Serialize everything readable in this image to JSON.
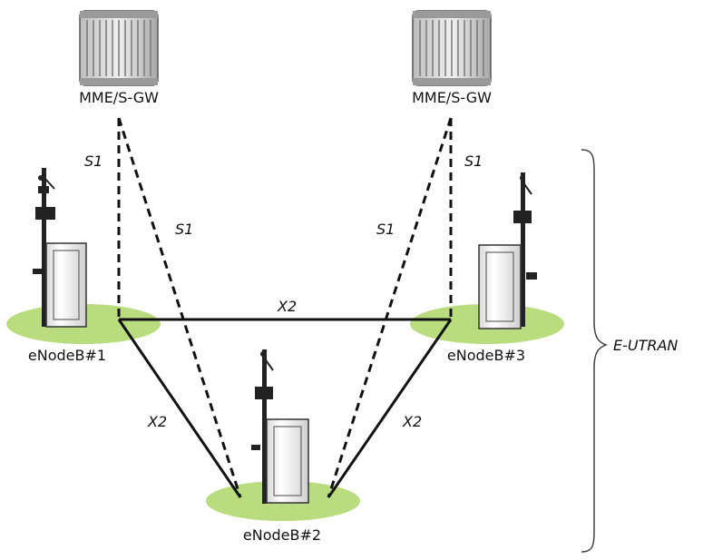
{
  "gateways": [
    {
      "id": "gw1",
      "label": "MME/S-GW"
    },
    {
      "id": "gw2",
      "label": "MME/S-GW"
    }
  ],
  "enodebs": [
    {
      "id": "enb1",
      "label": "eNodeB#1"
    },
    {
      "id": "enb2",
      "label": "eNodeB#2"
    },
    {
      "id": "enb3",
      "label": "eNodeB#3"
    }
  ],
  "interfaces": {
    "s1": "S1",
    "x2": "X2"
  },
  "group_label": "E-UTRAN",
  "colors": {
    "ground": "#b9dc7f",
    "line": "#111111",
    "cabinet_fill": "#f2f2f2",
    "cabinet_stroke": "#333333",
    "server_fill": "#dcdcdc"
  }
}
